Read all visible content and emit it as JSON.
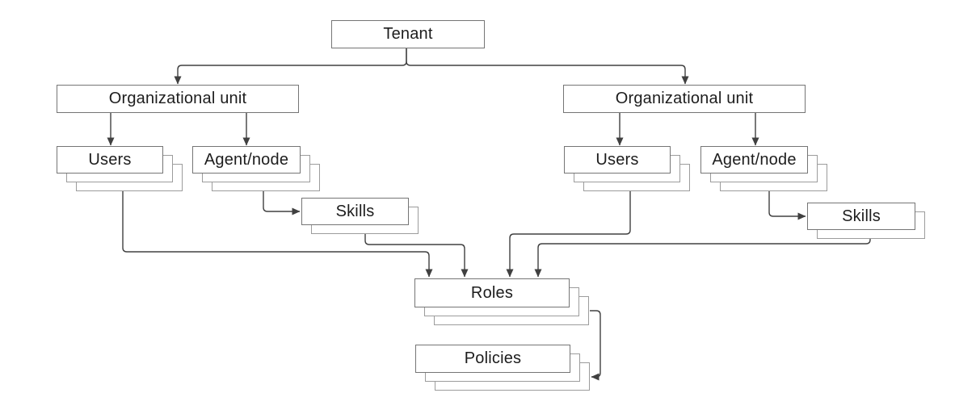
{
  "diagram": {
    "description": "Tenant hierarchy diagram",
    "nodes": {
      "tenant": {
        "label": "Tenant"
      },
      "ou_left": {
        "label": "Organizational unit"
      },
      "ou_right": {
        "label": "Organizational unit"
      },
      "users_left": {
        "label": "Users"
      },
      "agent_left": {
        "label": "Agent/node"
      },
      "users_right": {
        "label": "Users"
      },
      "agent_right": {
        "label": "Agent/node"
      },
      "skills_left": {
        "label": "Skills"
      },
      "skills_right": {
        "label": "Skills"
      },
      "roles": {
        "label": "Roles"
      },
      "policies": {
        "label": "Policies"
      }
    },
    "edges": [
      {
        "from": "tenant",
        "to": "ou_left"
      },
      {
        "from": "tenant",
        "to": "ou_right"
      },
      {
        "from": "ou_left",
        "to": "users_left"
      },
      {
        "from": "ou_left",
        "to": "agent_left"
      },
      {
        "from": "ou_right",
        "to": "users_right"
      },
      {
        "from": "ou_right",
        "to": "agent_right"
      },
      {
        "from": "agent_left",
        "to": "skills_left"
      },
      {
        "from": "agent_right",
        "to": "skills_right"
      },
      {
        "from": "users_left",
        "to": "roles"
      },
      {
        "from": "skills_left",
        "to": "roles"
      },
      {
        "from": "users_right",
        "to": "roles"
      },
      {
        "from": "skills_right",
        "to": "roles"
      },
      {
        "from": "roles",
        "to": "policies"
      }
    ],
    "colors": {
      "background": "#ffffff",
      "box_border": "#757575",
      "stack_border": "#9c9c9c",
      "connector": "#404040",
      "text": "#1d1d1d"
    }
  }
}
